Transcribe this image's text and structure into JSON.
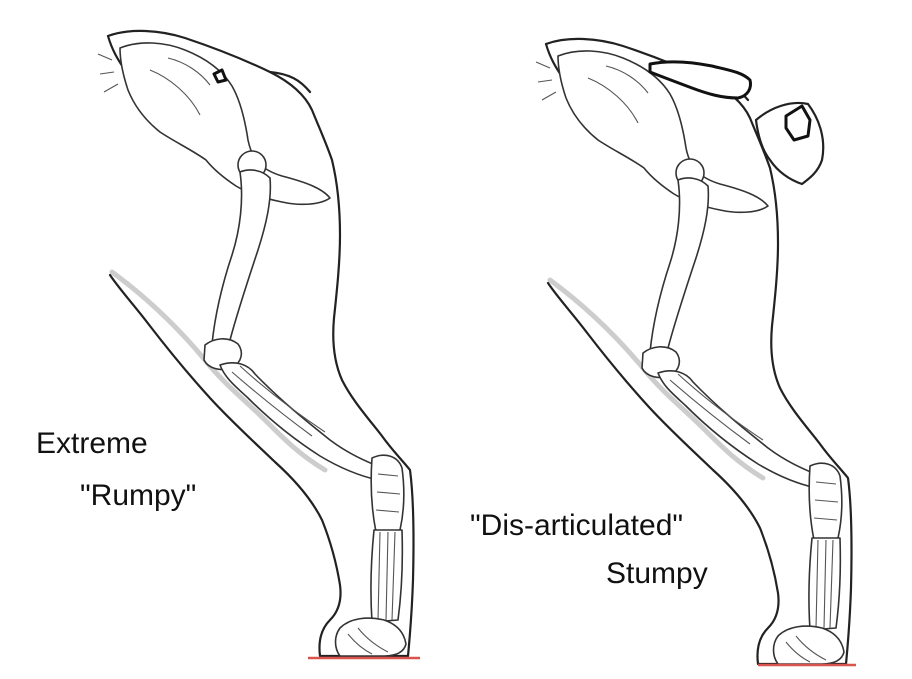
{
  "labels": {
    "left_line1": "Extreme",
    "left_line2": "\"Rumpy\"",
    "right_line1": "\"Dis-articulated\"",
    "right_line2": "Stumpy"
  },
  "colors": {
    "ground_line": "#d9534f",
    "outline": "#222222"
  }
}
